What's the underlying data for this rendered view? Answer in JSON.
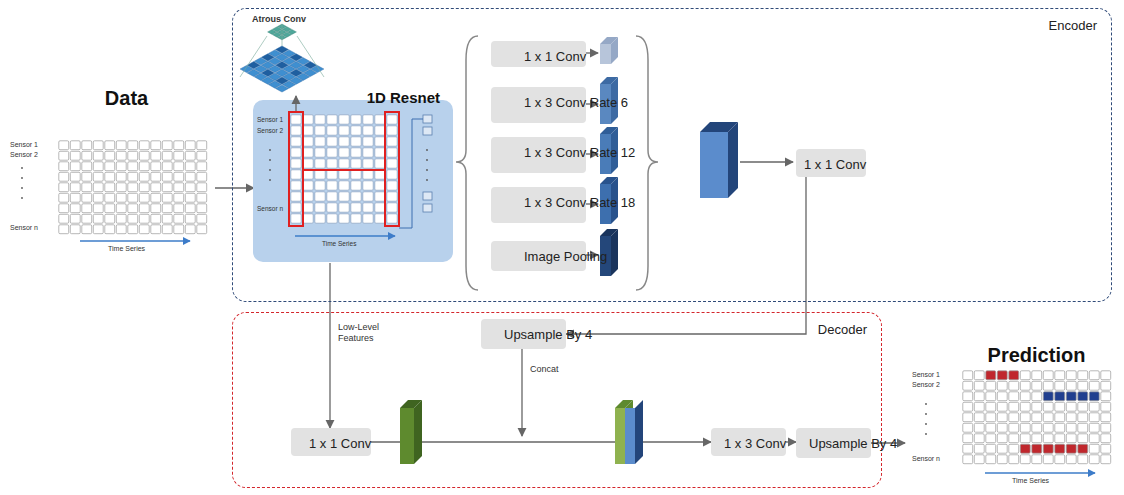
{
  "diagram": {
    "nodes": [
      {
        "text": [
          "Data"
        ]
      },
      {
        "text": [
          "Encoder"
        ]
      },
      {
        "text": [
          "1D Resnet"
        ],
        "in": 1
      },
      {
        "text": [
          "1 x 1 Conv"
        ],
        "in": 1
      },
      {
        "text": [
          "1 x 3 Conv Rate 6"
        ],
        "in": 1
      },
      {
        "text": [
          "1 x 3 Conv Rate 12"
        ],
        "in": 1
      },
      {
        "text": [
          "1 x 3 Conv Rate 18"
        ],
        "in": 1
      },
      {
        "text": [
          "Image Pooling"
        ],
        "in": 1
      },
      {
        "text": [
          "1 x 1 Conv"
        ],
        "in": 1
      },
      {
        "text": [
          "Decoder"
        ]
      },
      {
        "text": [
          "Upsample By 4"
        ],
        "in": 9
      },
      {
        "text": [
          "1 x 1 Conv"
        ],
        "in": 9
      },
      {
        "text": [
          "1 x 3 Conv"
        ],
        "in": 9
      },
      {
        "text": [
          "Upsample By 4"
        ],
        "in": 9
      },
      {
        "text": [
          "Prediction"
        ]
      }
    ],
    "edges": [
      {
        "from": 0,
        "to": 2,
        "arrow": "to"
      },
      {
        "from": 8,
        "to": 10,
        "arrow": "to"
      },
      {
        "from": 2,
        "to": 11,
        "label": "Low-Level Features",
        "arrow": "to"
      },
      {
        "from": 11,
        "to": 12,
        "arrow": "to"
      },
      {
        "from": 12,
        "to": 13,
        "arrow": "to"
      },
      {
        "from": 13,
        "to": 14,
        "arrow": "to"
      }
    ],
    "labels": [
      "Atrous Conv",
      "Sensor 1",
      "Sensor 2",
      "Sensor n",
      "Time Series",
      "Sensor 1",
      "Sensor 2",
      "Sensor n",
      "Time Series",
      "Concat",
      "Sensor 1",
      "Sensor 2",
      "Sensor n",
      "Time Series"
    ]
  }
}
